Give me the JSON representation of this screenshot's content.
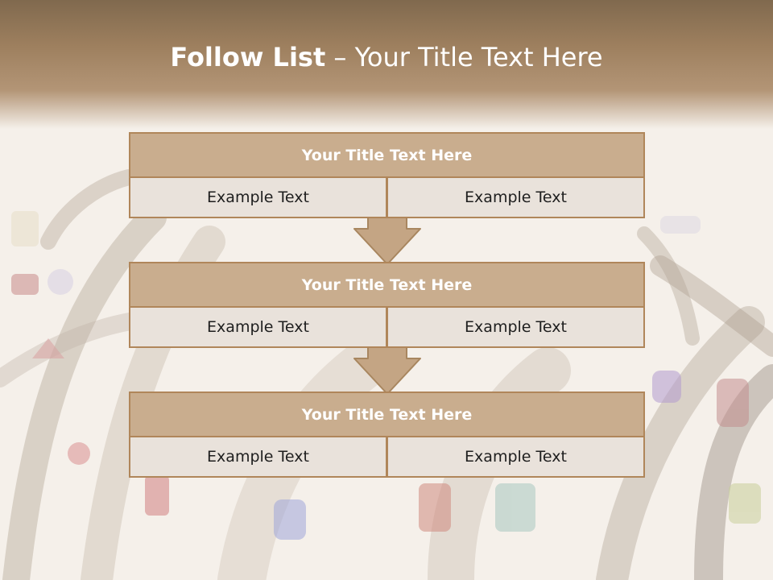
{
  "title": {
    "bold": "Follow List",
    "rest": " – Your Title Text Here"
  },
  "blocks": [
    {
      "header": "Your Title Text Here",
      "left": "Example Text",
      "right": "Example Text"
    },
    {
      "header": "Your Title Text Here",
      "left": "Example Text",
      "right": "Example Text"
    },
    {
      "header": "Your Title Text Here",
      "left": "Example Text",
      "right": "Example Text"
    }
  ],
  "colors": {
    "header_band": "#9d7f5e",
    "block_header": "#c9ad8e",
    "cell": "#e9e2db",
    "border": "#b0865a",
    "arrow": "#c4a584"
  }
}
